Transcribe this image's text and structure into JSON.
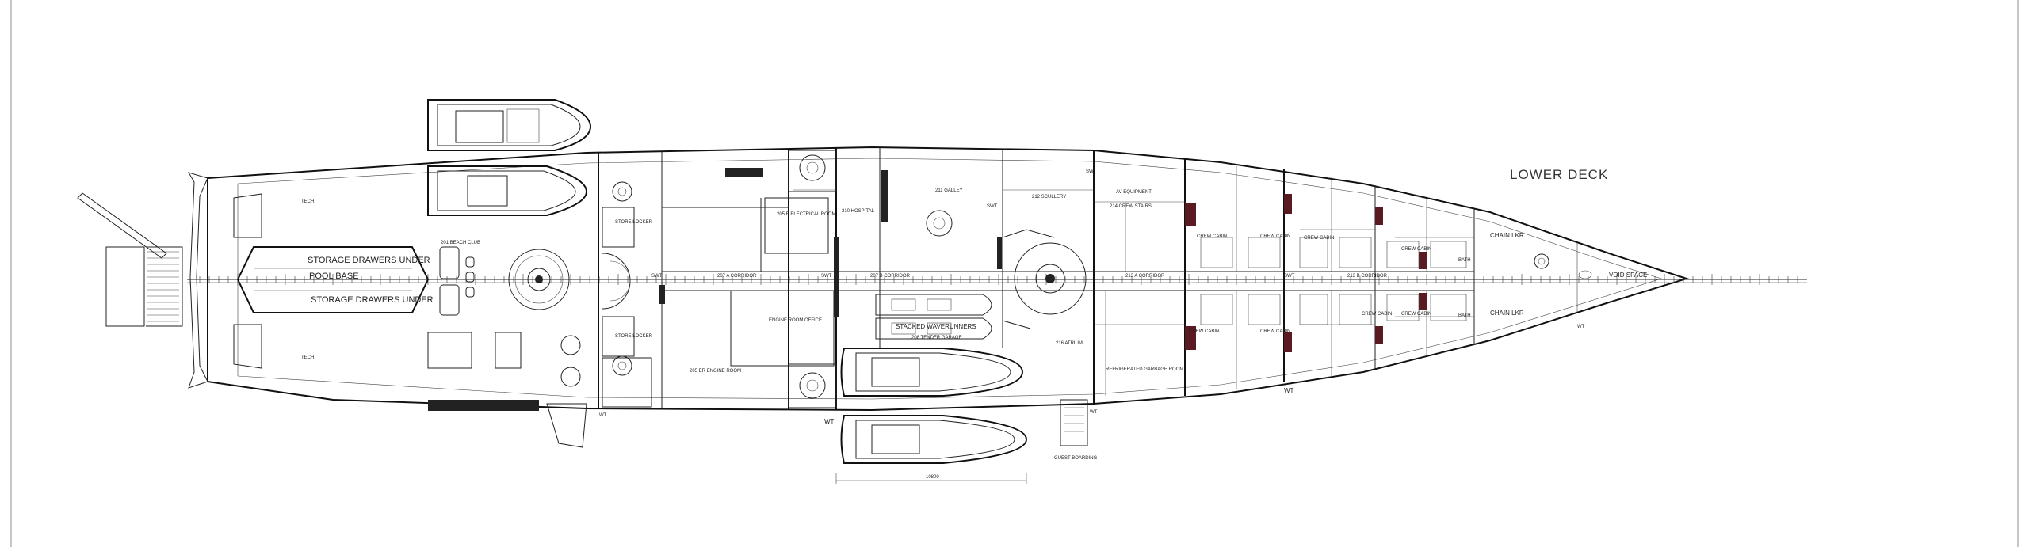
{
  "deck_title": "LOWER DECK",
  "rooms": {
    "store_locker": "STORE LOCKER",
    "corridor_207a": "207 A CORRIDOR",
    "corridor_207b": "207 B CORRIDOR",
    "corridor_213a": "213 A CORRIDOR",
    "corridor_213b": "213 B CORRIDOR",
    "beach_club": "201 BEACH CLUB",
    "pool_storage_top": "STORAGE DRAWERS UNDER",
    "pool_base": "POOL BASE",
    "pool_storage_bottom": "STORAGE DRAWERS UNDER",
    "tech": "TECH",
    "electrical_room": "205 E ELECTRICAL ROOM",
    "hospital": "210 HOSPITAL",
    "galley": "211 GALLEY",
    "scullery": "212 SCULLERY",
    "av_equipment": "AV EQUIPMENT",
    "crew_stairs": "214 CREW STAIRS",
    "engine_room": "205 ER ENGINE ROOM",
    "engine_office": "ENGINE ROOM OFFICE",
    "stacked_waverunners": "STACKED WAVERUNNERS",
    "tender_garage": "208 TENDER GARAGE",
    "atrium": "216 ATRIUM",
    "crew_cabin": "CREW CABIN",
    "refrigerated": "REFRIGERATED GARBAGE ROOM",
    "chain_locker": "CHAIN LKR",
    "void_space": "VOID SPACE",
    "guest_boarding": "GUEST BOARDING",
    "wt": "WT",
    "swt": "SWT",
    "bath": "BATH",
    "dimension": "10800"
  }
}
